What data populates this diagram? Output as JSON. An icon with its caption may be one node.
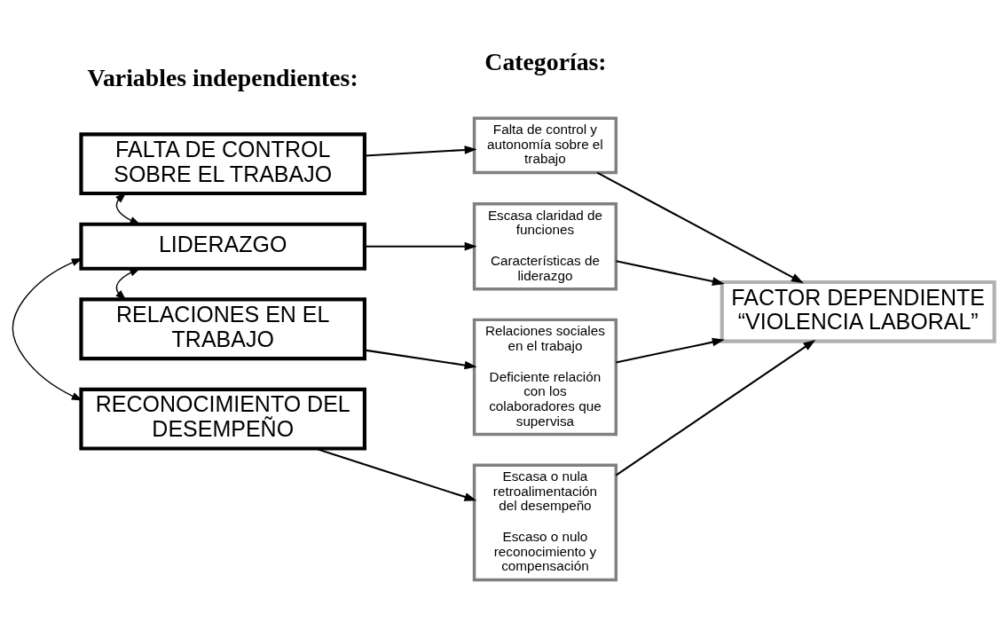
{
  "diagram": {
    "nodes": [
      {
        "text": [
          "FALTA DE CONTROL SOBRE EL TRABAJO"
        ]
      },
      {
        "text": [
          "LIDERAZGO"
        ]
      },
      {
        "text": [
          "RELACIONES EN EL TRABAJO"
        ]
      },
      {
        "text": [
          "RECONOCIMIENTO DEL DESEMPEÑO"
        ]
      },
      {
        "text": [
          "Falta de control y autonomía sobre el trabajo"
        ]
      },
      {
        "text": [
          "Escasa claridad de funciones",
          "Características de liderazgo"
        ]
      },
      {
        "text": [
          "Relaciones sociales en el trabajo",
          "Deficiente relación con los colaboradores que supervisa"
        ]
      },
      {
        "text": [
          "Escasa o nula retroalimentación del desempeño",
          "Escaso o nulo reconocimiento y compensación"
        ]
      },
      {
        "text": [
          "FACTOR DEPENDIENTE “VIOLENCIA LABORAL”"
        ]
      }
    ],
    "edges": [
      {
        "from": 0,
        "to": 4,
        "arrow": "to"
      },
      {
        "from": 0,
        "to": 1,
        "arrow": "both"
      },
      {
        "from": 1,
        "to": 5,
        "arrow": "to"
      },
      {
        "from": 1,
        "to": 2,
        "arrow": "both"
      },
      {
        "from": 3,
        "to": 1,
        "arrow": "both"
      },
      {
        "from": 2,
        "to": 6,
        "arrow": "to"
      },
      {
        "from": 3,
        "to": 7,
        "arrow": "to"
      },
      {
        "from": 4,
        "to": 8,
        "arrow": "to"
      },
      {
        "from": 5,
        "to": 8,
        "arrow": "to"
      },
      {
        "from": 6,
        "to": 8,
        "arrow": "to"
      },
      {
        "from": 7,
        "to": 8,
        "arrow": "to"
      }
    ],
    "labels": [
      "Variables independientes:",
      "Categorías:"
    ]
  }
}
